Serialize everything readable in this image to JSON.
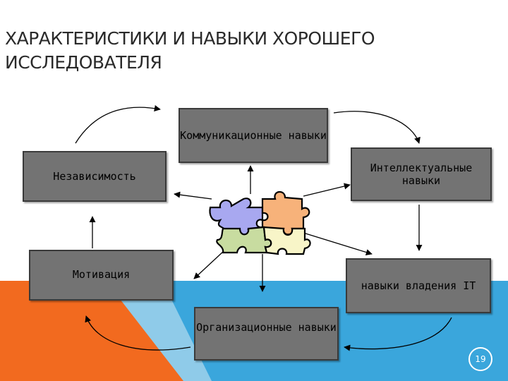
{
  "title": "ХАРАКТЕРИСТИКИ И НАВЫКИ ХОРОШЕГО ИССЛЕДОВАТЕЛЯ",
  "boxes": {
    "communication": "Коммуникационные навыки",
    "independence": "Независимость",
    "intellectual": "Интеллектуальные навыки",
    "motivation": "Мотивация",
    "it": "навыки владения IT",
    "organizational": "Организационные навыки"
  },
  "page_number": "19",
  "colors": {
    "box_fill": "#737373",
    "orange": "#f26a1f",
    "blue": "#3aa6dc",
    "puzzle_blue": "#a8a8f0",
    "puzzle_orange": "#f7b27a",
    "puzzle_green": "#c8dca0",
    "puzzle_yellow": "#f8f5c8"
  }
}
